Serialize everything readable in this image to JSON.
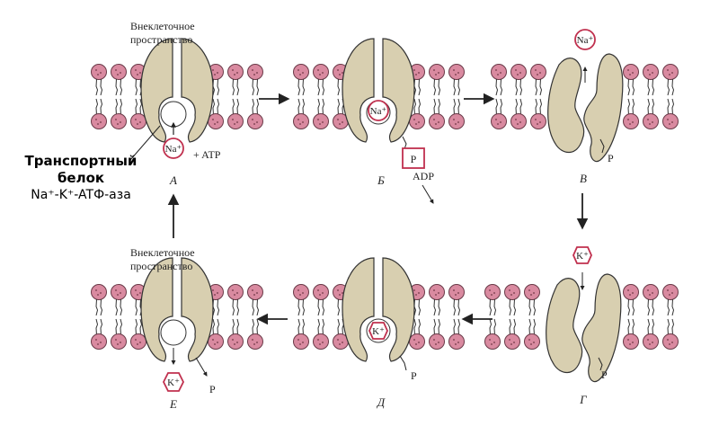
{
  "side_label": {
    "line1": "Транспортный",
    "line2": "белок",
    "line3": "Na⁺-K⁺-ATФ-аза"
  },
  "labels": {
    "extracellular_top_1": "Внеклеточное",
    "extracellular_top_2": "пространство",
    "extracellular_bottom_1": "Внеклеточное",
    "extracellular_bottom_2": "пространство",
    "atp": "+ ATP",
    "adp": "ADP",
    "p_box": "P",
    "p": "P"
  },
  "ions": {
    "na": "Na⁺",
    "k": "K⁺"
  },
  "stages": {
    "a": "А",
    "b": "Б",
    "v": "В",
    "g": "Г",
    "d": "Д",
    "e": "Е"
  },
  "colors": {
    "lipid_head": "#d98aa0",
    "protein_fill": "#d8cfb0",
    "ion_ring": "#c0304e"
  }
}
